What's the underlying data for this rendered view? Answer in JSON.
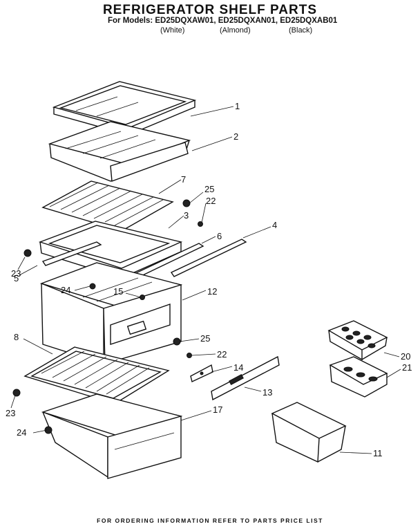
{
  "header": {
    "title": "REFRIGERATOR SHELF PARTS",
    "models_line": "For Models: ED25DQXAW01, ED25DQXAN01, ED25DQXAB01",
    "variants": [
      "(White)",
      "(Almond)",
      "(Black)"
    ]
  },
  "callouts": [
    "1",
    "2",
    "7",
    "25",
    "22",
    "3",
    "4",
    "6",
    "23",
    "5",
    "24",
    "15",
    "12",
    "8",
    "25",
    "22",
    "14",
    "13",
    "23",
    "24",
    "17",
    "20",
    "21",
    "11"
  ],
  "footer": "FOR ORDERING INFORMATION REFER TO PARTS PRICE LIST"
}
